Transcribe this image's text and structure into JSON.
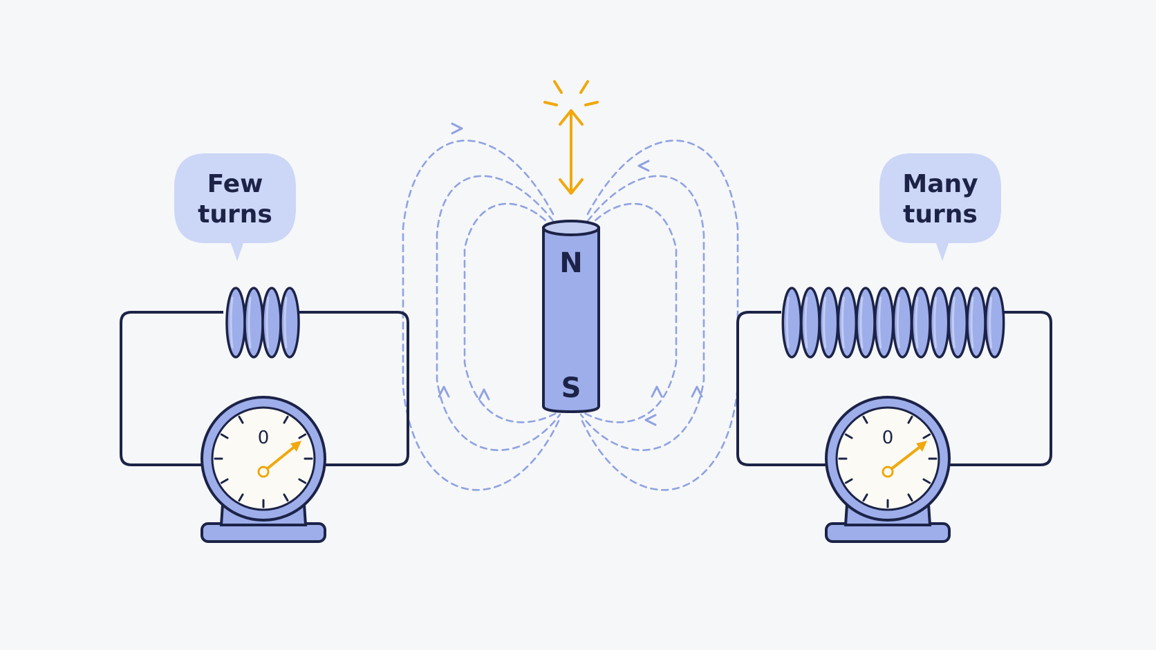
{
  "left": {
    "bubble_line1": "Few",
    "bubble_line2": "turns",
    "dial_zero": "0",
    "coil_turns": 4
  },
  "right": {
    "bubble_line1": "Many",
    "bubble_line2": "turns",
    "dial_zero": "0",
    "coil_turns": 12
  },
  "magnet": {
    "north_label": "N",
    "south_label": "S"
  },
  "colors": {
    "ink": "#1c2347",
    "fill_blue": "#9daeea",
    "fill_blue_light": "#c3ccf1",
    "bubble": "#ccd6f6",
    "field_line": "#8fa2e2",
    "accent": "#f0a80c",
    "dial_face": "#fbfaf4",
    "background": "#f6f7f9"
  },
  "icons": {
    "motion_arrow": "double-headed-arrow-icon",
    "sparkle": "sparkle-icon",
    "needle": "meter-needle-icon"
  }
}
